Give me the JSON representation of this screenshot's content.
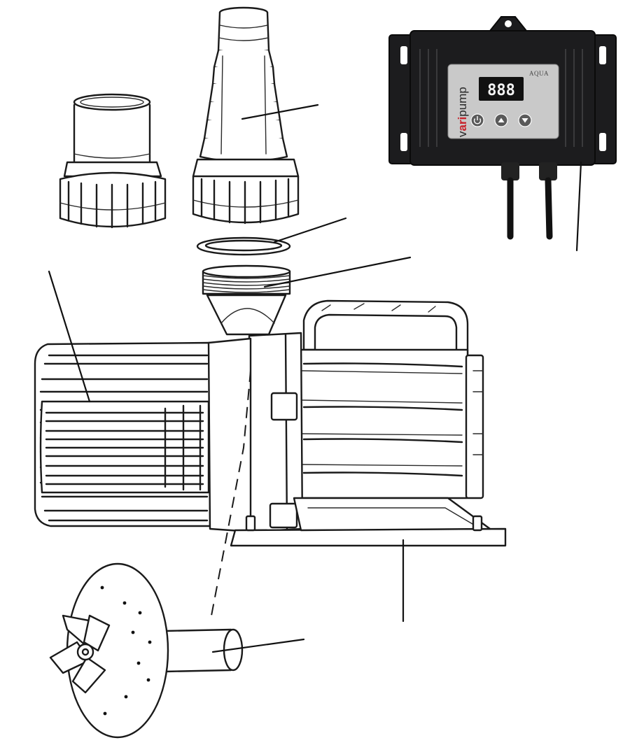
{
  "controller": {
    "brand_prefix": "v",
    "brand_accent": "ari",
    "brand_suffix": "pump",
    "logo": "AQUA",
    "display": "888",
    "buttons": [
      {
        "icon": "power-icon"
      },
      {
        "icon": "arrow-up-icon"
      },
      {
        "icon": "arrow-down-icon"
      }
    ]
  },
  "colors": {
    "line": "#1a1a1a",
    "controller_body": "#1c1c1e",
    "controller_panel": "#c9c9c9",
    "display": "#111111",
    "brand_accent": "#c8232c"
  },
  "callouts": [
    {
      "part": "hose-tail-connector"
    },
    {
      "part": "sealing-ring"
    },
    {
      "part": "outlet-thread"
    },
    {
      "part": "controller"
    },
    {
      "part": "motor-housing"
    },
    {
      "part": "base-plate"
    },
    {
      "part": "impeller"
    }
  ]
}
